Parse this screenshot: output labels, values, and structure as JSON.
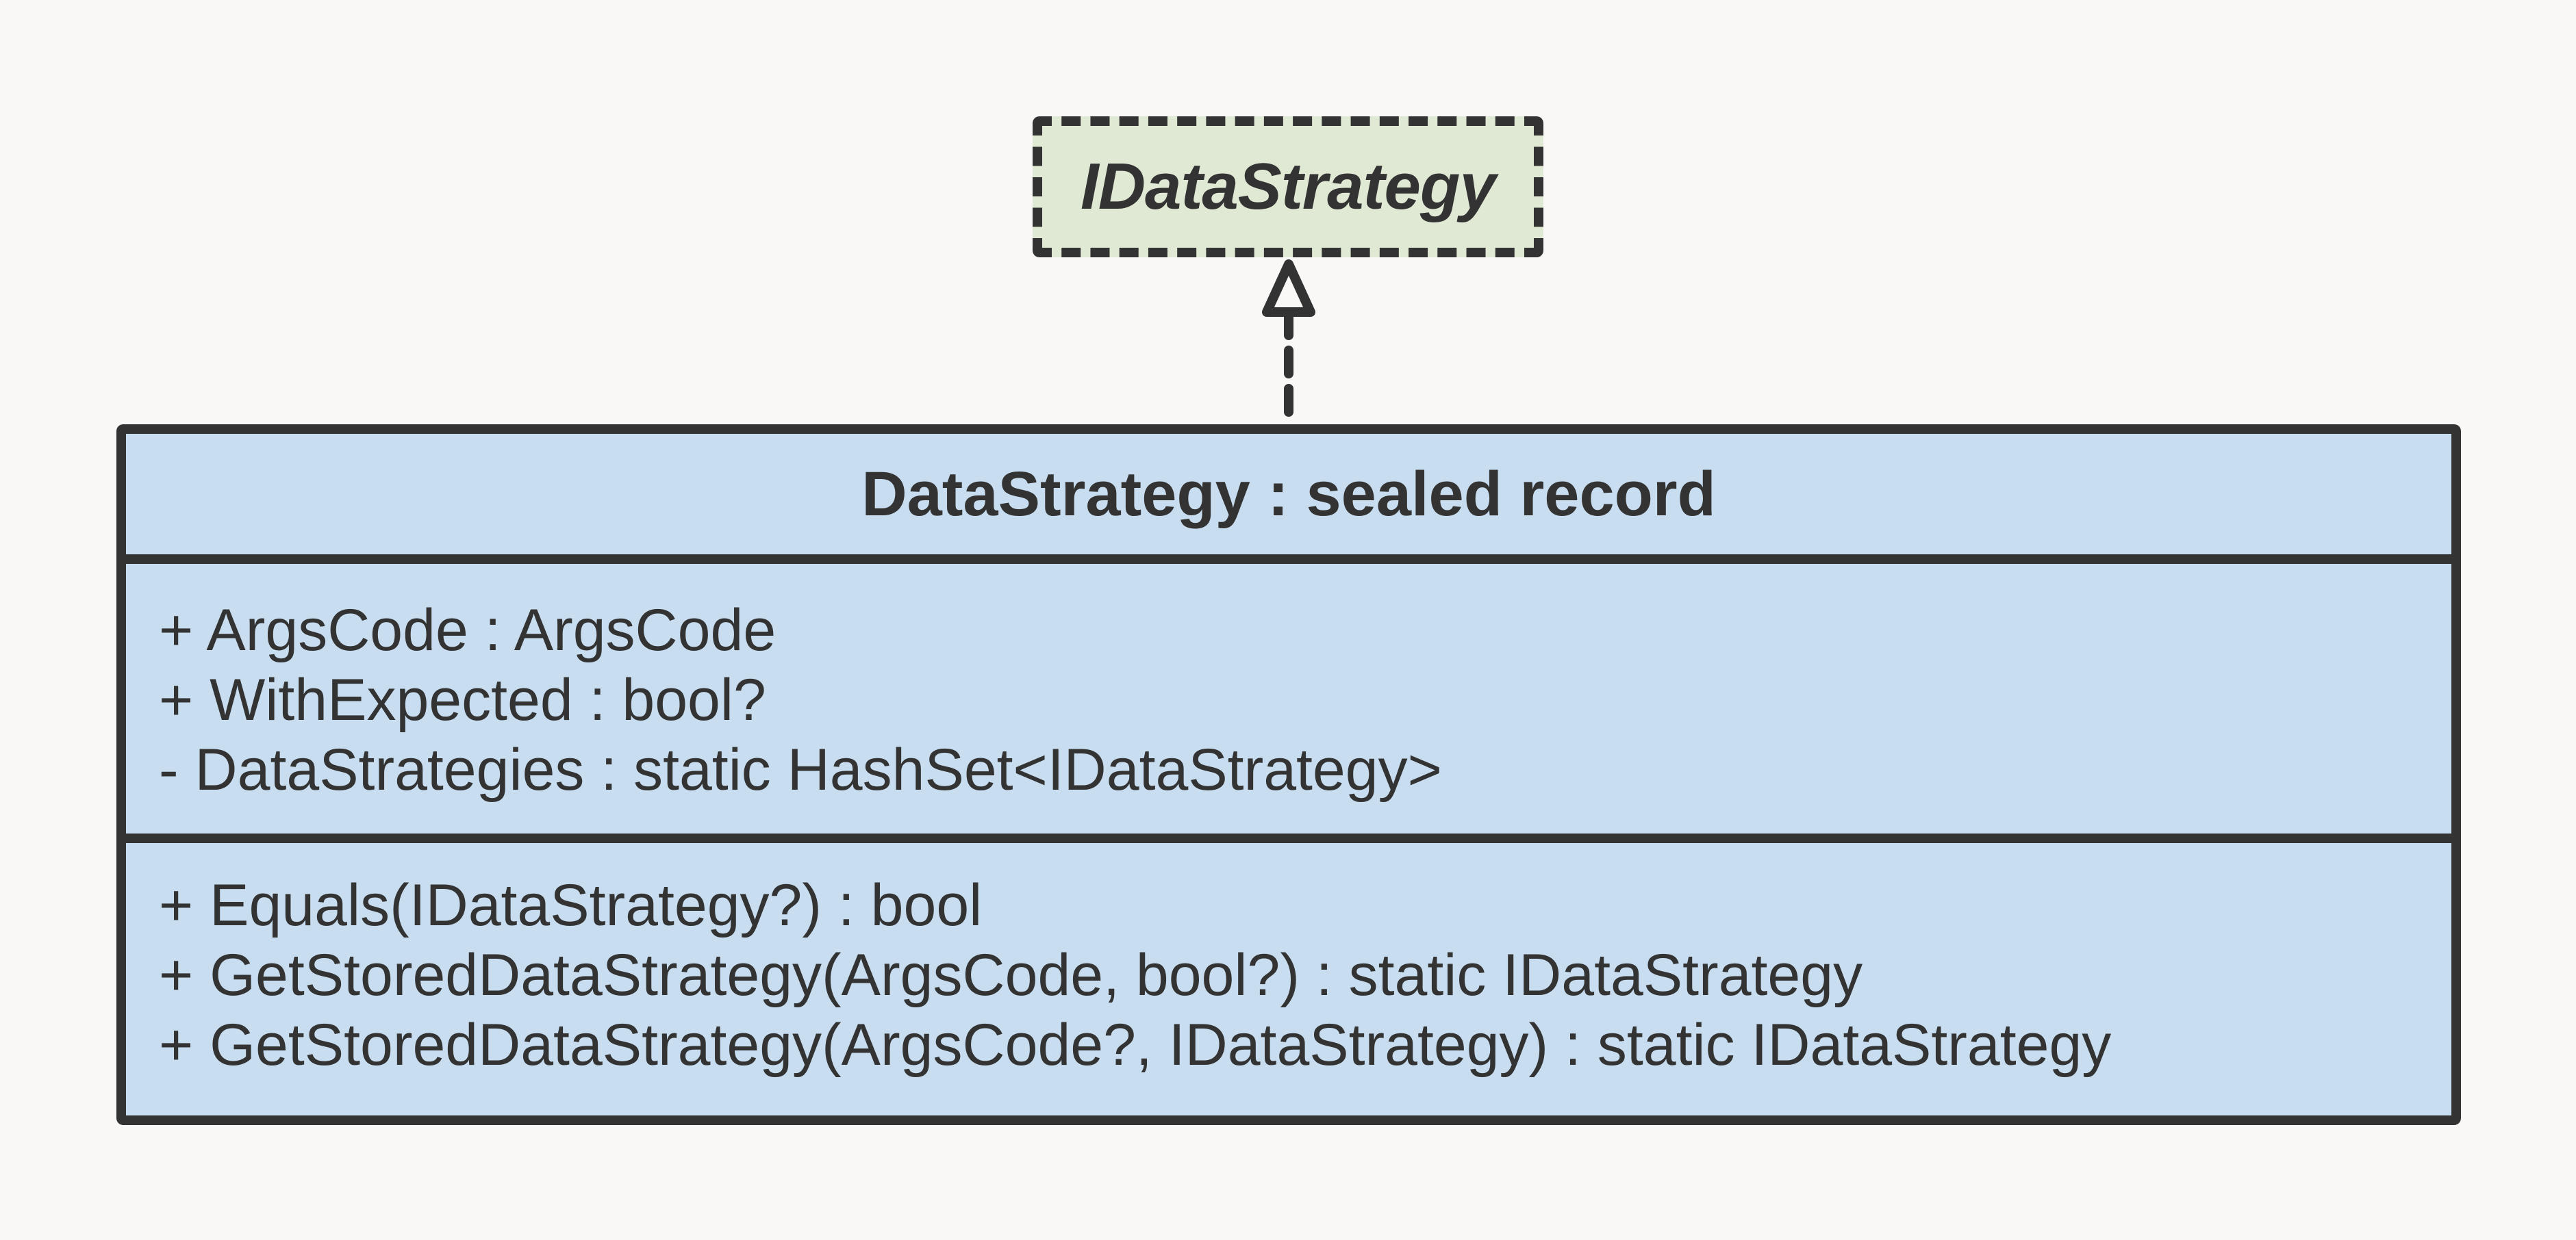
{
  "interface": {
    "name": "IDataStrategy",
    "fill": "#dfe9d3",
    "border_style": "dashed"
  },
  "relationship": {
    "type": "realization",
    "from": "DataStrategy : sealed record",
    "to": "IDataStrategy"
  },
  "class": {
    "title": "DataStrategy : sealed record",
    "fill": "#c8ddef",
    "attributes": [
      "+ ArgsCode : ArgsCode",
      "+ WithExpected : bool?",
      "- DataStrategies : static HashSet<IDataStrategy>"
    ],
    "operations": [
      "+ Equals(IDataStrategy?) : bool",
      "+ GetStoredDataStrategy(ArgsCode, bool?) : static IDataStrategy",
      "+ GetStoredDataStrategy(ArgsCode?, IDataStrategy) : static IDataStrategy"
    ]
  },
  "colors": {
    "background": "#f9f8f6",
    "stroke": "#333333",
    "text": "#333333"
  }
}
